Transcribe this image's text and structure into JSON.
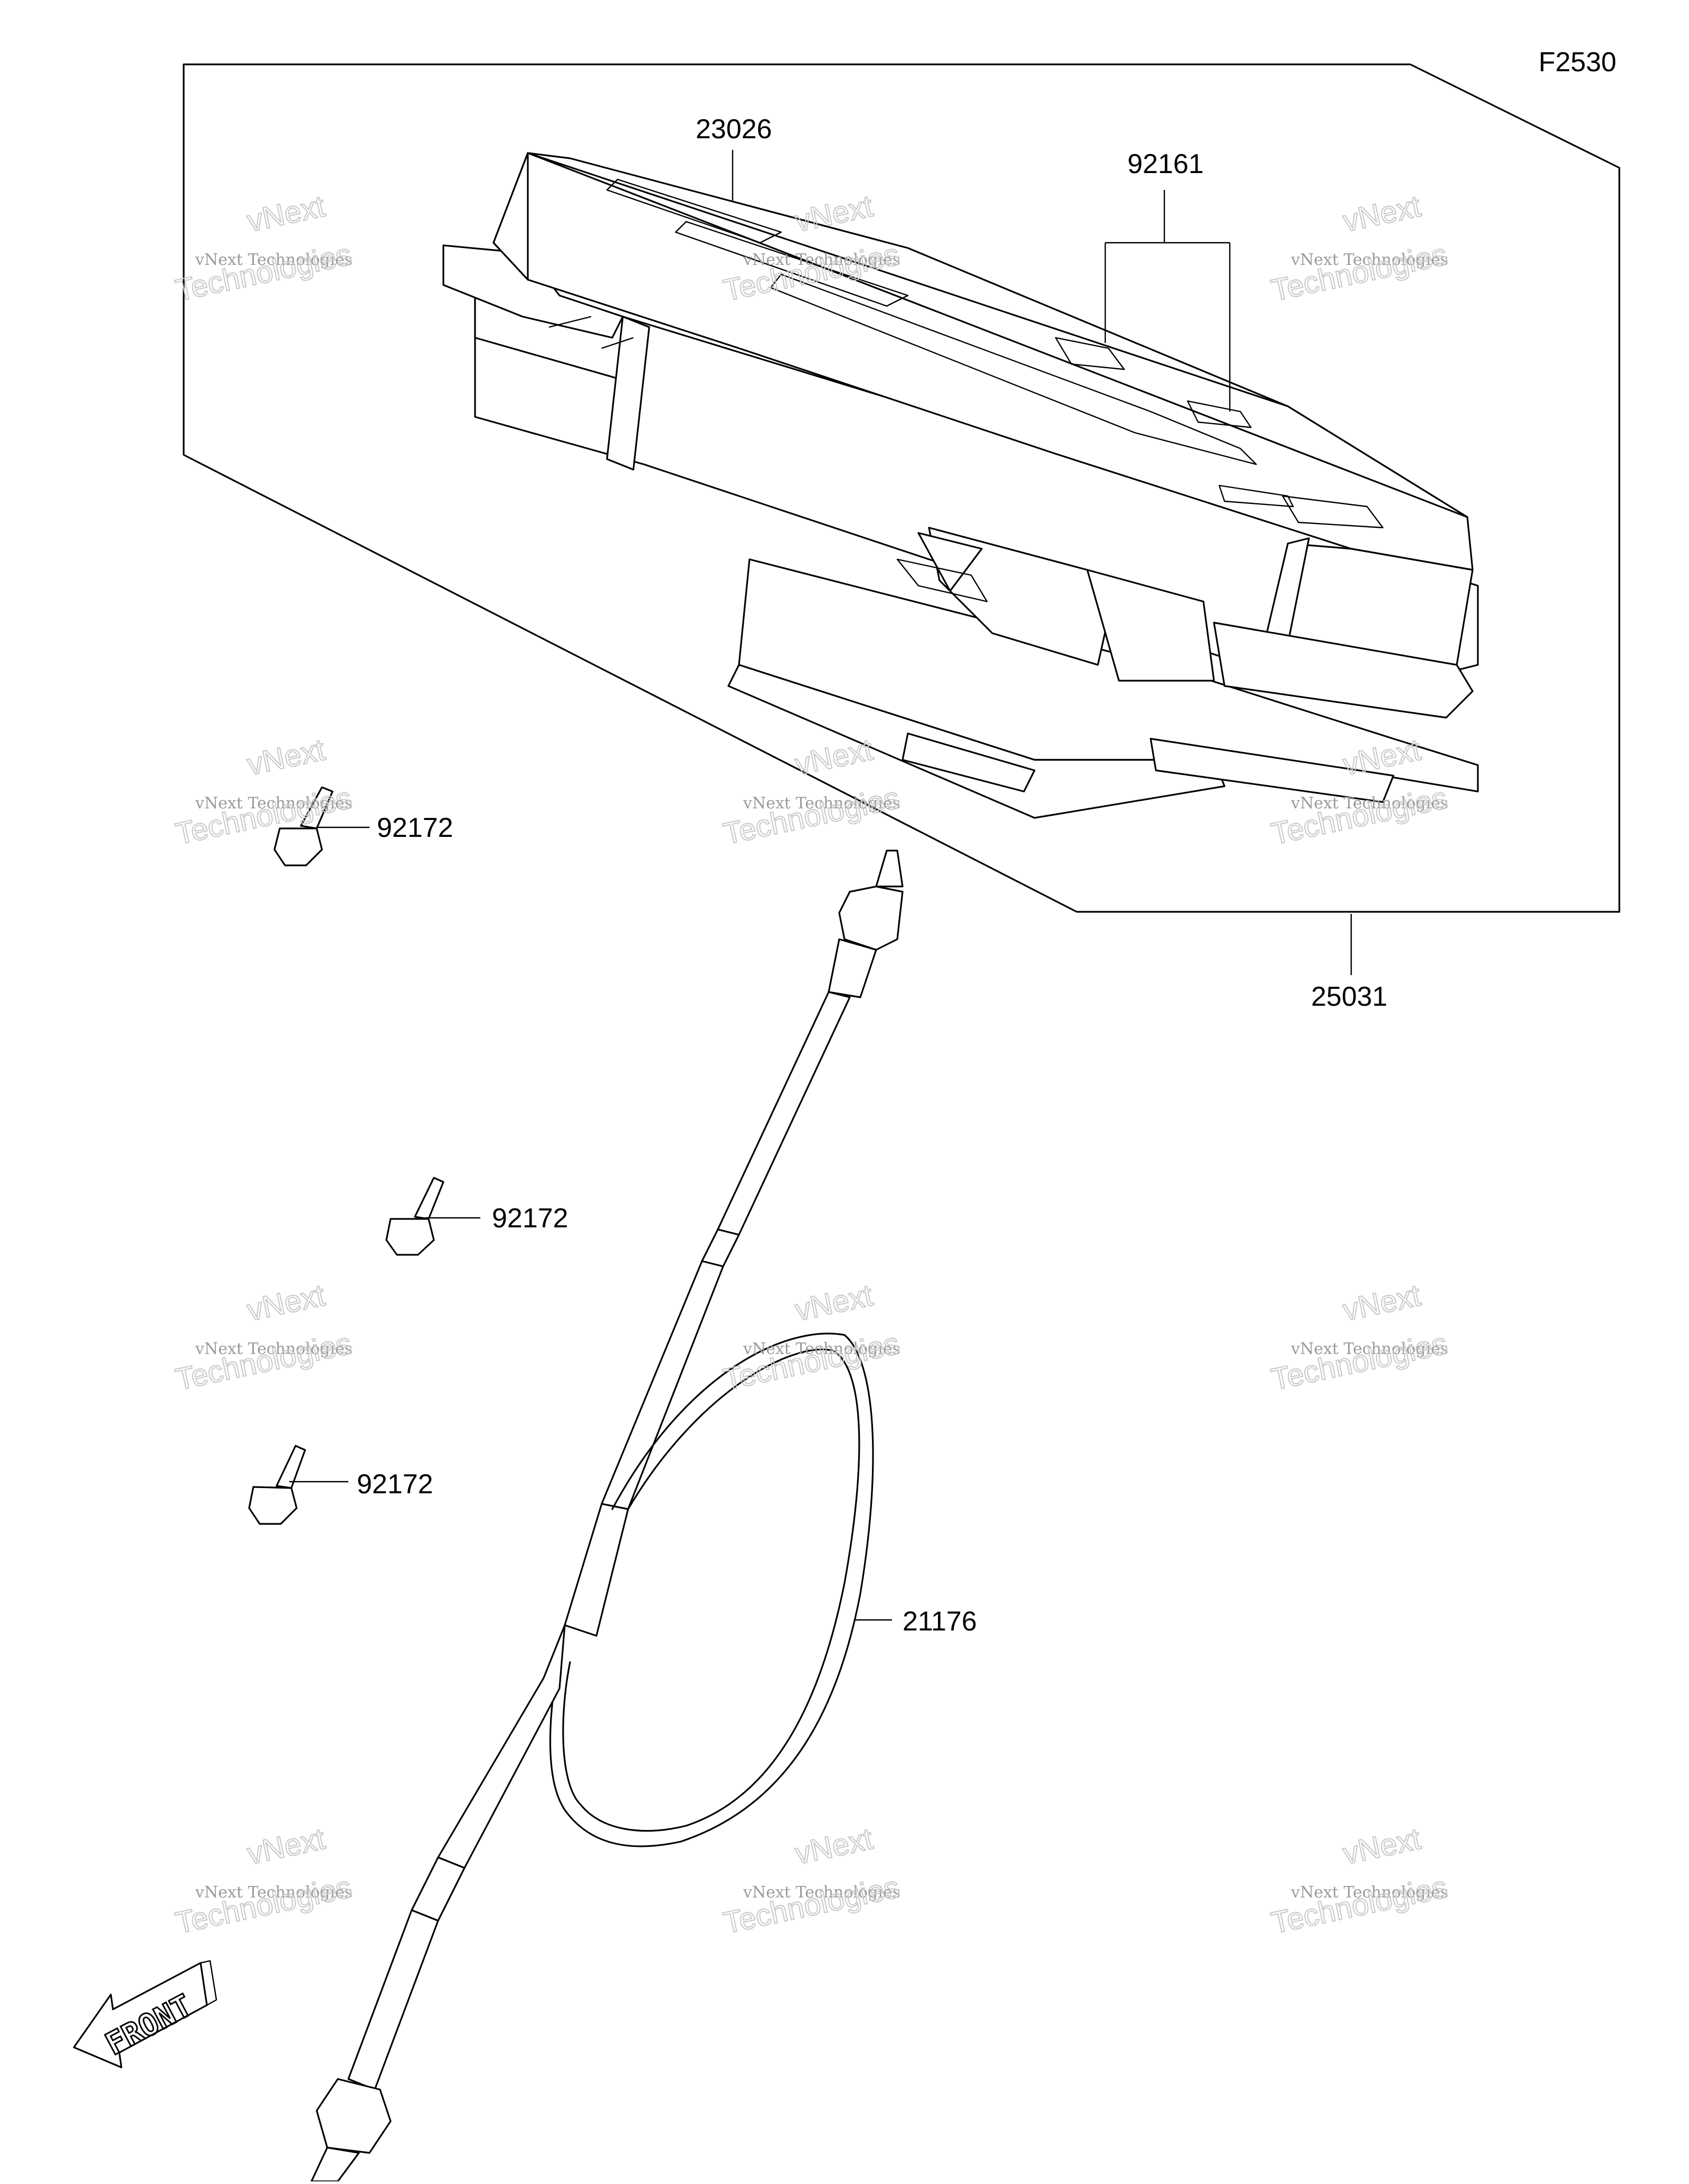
{
  "figure_code": "F2530",
  "callouts": {
    "meter_assembly": "25031",
    "meter_unit": "23026",
    "bulb": "92161",
    "screw_1": "92172",
    "screw_2": "92172",
    "screw_3": "92172",
    "speedometer_cable": "21176"
  },
  "front_marker": "FRONT",
  "watermark": {
    "line1": "vNext Technologies",
    "line2": "vNext",
    "line3": "Technologies"
  },
  "colors": {
    "line": "#000000",
    "watermark": "#c8c8c8",
    "background": "#ffffff"
  }
}
